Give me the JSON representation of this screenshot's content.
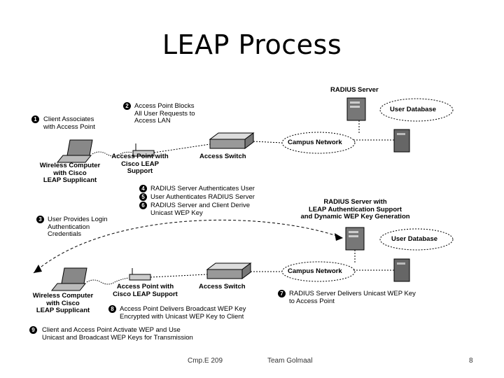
{
  "slide": {
    "title": "LEAP Process",
    "footer": {
      "course": "Cmp.E 209",
      "team": "Team Golmaal",
      "page": "8"
    }
  },
  "top": {
    "radius_server": "RADIUS Server",
    "user_db": "User Database",
    "campus_network": "Campus Network",
    "access_switch": "Access Switch",
    "ap": [
      "Access Point with",
      "Cisco LEAP",
      "Support"
    ],
    "wireless": [
      "Wireless Computer",
      "with Cisco",
      "LEAP Supplicant"
    ]
  },
  "bottom": {
    "radius_server": [
      "RADIUS Server with",
      "LEAP Authentication Support",
      "and Dynamic WEP Key Generation"
    ],
    "user_db": "User Database",
    "campus_network": "Campus Network",
    "access_switch": "Access Switch",
    "ap": [
      "Access Point with",
      "Cisco LEAP Support"
    ],
    "wireless": [
      "Wireless Computer",
      "with Cisco",
      "LEAP Supplicant"
    ]
  },
  "steps": [
    {
      "n": "1",
      "lines": [
        "Client Associates",
        "with Access Point"
      ]
    },
    {
      "n": "2",
      "lines": [
        "Access Point Blocks",
        "All User Requests to",
        "Access LAN"
      ]
    },
    {
      "n": "3",
      "lines": [
        "User Provides Login",
        "Authentication",
        "Credentials"
      ]
    },
    {
      "n": "4",
      "lines": [
        "RADIUS Server Authenticates User"
      ]
    },
    {
      "n": "5",
      "lines": [
        "User Authenticates RADIUS Server"
      ]
    },
    {
      "n": "6",
      "lines": [
        "RADIUS Server and Client Derive",
        "Unicast WEP Key"
      ]
    },
    {
      "n": "7",
      "lines": [
        "RADIUS Server Delivers Unicast WEP Key",
        "to Access Point"
      ]
    },
    {
      "n": "8",
      "lines": [
        "Access Point Delivers Broadcast WEP Key",
        "Encrypted with Unicast WEP Key to Client"
      ]
    },
    {
      "n": "9",
      "lines": [
        "Client and Access Point Activate WEP and Use",
        "Unicast and Broadcast WEP Keys for Transmission"
      ]
    }
  ]
}
